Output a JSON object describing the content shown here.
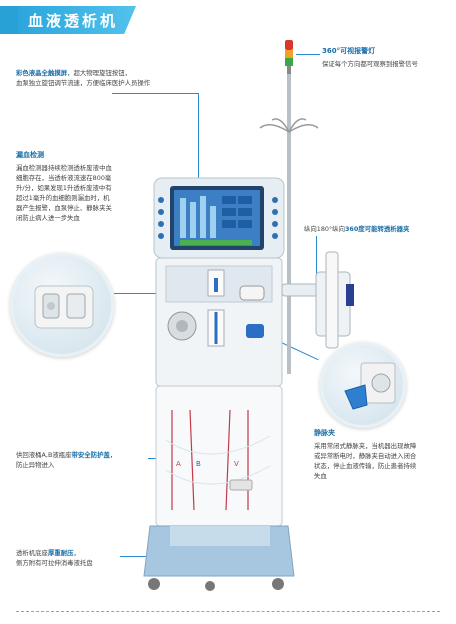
{
  "title": "血液透析机",
  "annotations": {
    "screen": {
      "heading": "彩色液晶全触摸屏",
      "body": "，超大物理旋钮按钮，",
      "body2": "血泵独立旋钮调节流速，方便临床医护人员操作"
    },
    "blood_detect": {
      "heading": "漏血检测",
      "lines": [
        "漏血检测器持续检测透析废液中血",
        "细胞存在，当透析液流速在800毫",
        "升/分，如果发现1升透析废液中有",
        "超过1毫升的血细胞则漏血时，机",
        "器产生报警，血泵停止、静脉夹关",
        "闭防止病人进一步失血"
      ]
    },
    "alarm_light": {
      "heading": "360°可视报警灯",
      "body": "保证每个方向都可观察到报警信号"
    },
    "rotate": {
      "prefix": "纵向180°纵向",
      "highlight": "360度可能转透析器夹"
    },
    "vein_clamp": {
      "heading": "静脉夹",
      "lines": [
        "采用常闭式静脉夹，当机器出现故障",
        "或异常断电时，静脉夹自动进入闭合",
        "状态，停止血液传输，防止患者持续",
        "失血"
      ]
    },
    "ab_bucket": {
      "prefix": "供回液桶A,B液瓶座",
      "highlight": "带安全防护盖",
      "suffix": "，",
      "line2": "防止异物进入"
    },
    "base": {
      "prefix": "透析机底座",
      "highlight": "厚重耐压",
      "suffix": "，",
      "line2": "侧方附有可拉伸消毒液托盘"
    }
  },
  "machine_labels": {
    "bag_a": "A",
    "bag_b": "B",
    "bag_v": "V"
  },
  "colors": {
    "accent": "#27a1d6",
    "highlight_text": "#1a6fa8",
    "machine_body": "#e6eef3",
    "screen": "#3d7fc4"
  }
}
